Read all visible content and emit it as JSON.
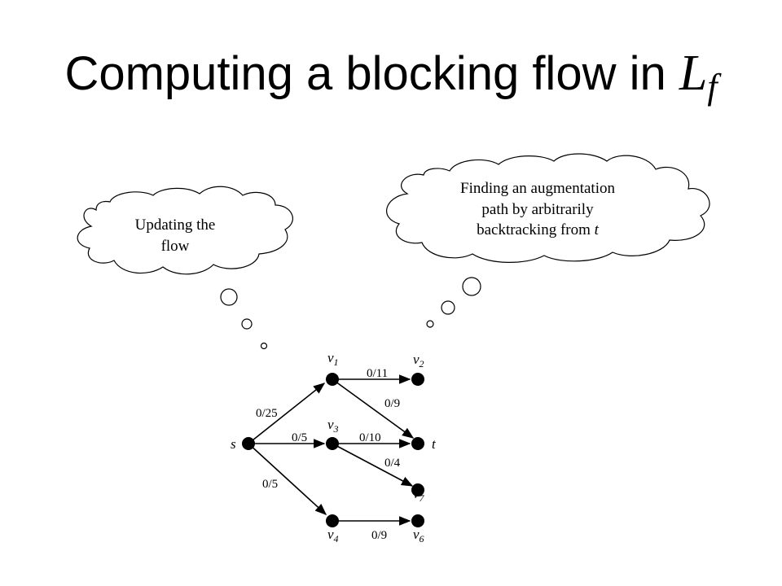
{
  "title": {
    "text": "Computing a blocking flow in ",
    "math_main": "L",
    "math_sub": "f"
  },
  "clouds": {
    "left": {
      "line1": "Updating the",
      "line2": "flow"
    },
    "right": {
      "line1": "Finding an augmentation",
      "line2": "path by arbitrarily",
      "line3_prefix": "backtracking from ",
      "line3_var": "t"
    }
  },
  "graph": {
    "nodes": {
      "s": {
        "base": "s",
        "sub": ""
      },
      "v1": {
        "base": "v",
        "sub": "1"
      },
      "v2": {
        "base": "v",
        "sub": "2"
      },
      "v3": {
        "base": "v",
        "sub": "3"
      },
      "t": {
        "base": "t",
        "sub": ""
      },
      "v4": {
        "base": "v",
        "sub": "4"
      },
      "v6": {
        "base": "v",
        "sub": "6"
      },
      "v7": {
        "base": "v",
        "sub": "7"
      }
    },
    "edges": {
      "s_v1": "0/25",
      "s_v3": "0/5",
      "s_v4": "0/5",
      "v1_v2": "0/11",
      "v1_t": "0/9",
      "v3_t": "0/10",
      "v3_v7": "0/4",
      "v4_v6": "0/9"
    }
  }
}
